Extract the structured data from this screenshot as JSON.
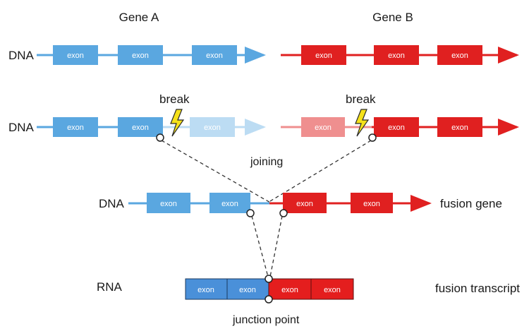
{
  "titles": {
    "gene_a": "Gene A",
    "gene_b": "Gene B"
  },
  "row_labels": {
    "dna_1": "DNA",
    "dna_2": "DNA",
    "dna_3": "DNA",
    "rna": "RNA"
  },
  "exon_label": "exon",
  "annotations": {
    "break_left": "break",
    "break_right": "break",
    "joining": "joining",
    "fusion_gene": "fusion gene",
    "fusion_transcript": "fusion transcript",
    "junction_point": "junction point"
  },
  "colors": {
    "gene_a_blue": "#5aa7e0",
    "gene_a_faded": "#bcdcf3",
    "gene_b_red": "#e02020",
    "gene_b_faded": "#ef8f8f",
    "lightning": "#f5e11a",
    "rna_blue": "#4a90d9",
    "rna_red": "#e41e1e"
  },
  "icons": {
    "break": "lightning-bolt-icon",
    "junction": "open-circle-marker"
  }
}
